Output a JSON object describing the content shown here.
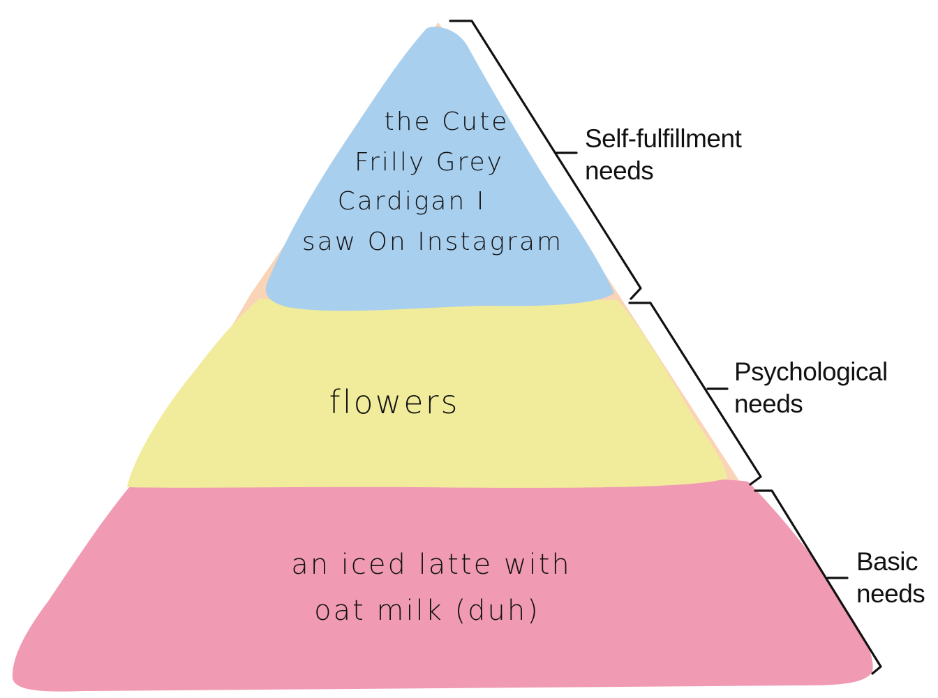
{
  "pyramid": {
    "tiers": [
      {
        "id": "top",
        "color": "#a9cfee",
        "note_lines": [
          "the Cute",
          "Frilly Grey",
          "Cardigan I",
          "saw On Instagram"
        ]
      },
      {
        "id": "middle",
        "color": "#f1ec9b",
        "note_lines": [
          "flowers"
        ]
      },
      {
        "id": "bottom",
        "color": "#f09bb3",
        "note_lines": [
          "an iced latte with",
          "oat milk (duh)"
        ]
      }
    ],
    "outline_color": "#f5b07a"
  },
  "brackets": [
    {
      "label_lines": [
        "Self-fulfillment",
        "needs"
      ]
    },
    {
      "label_lines": [
        "Psychological",
        "needs"
      ]
    },
    {
      "label_lines": [
        "Basic",
        "needs"
      ]
    }
  ]
}
